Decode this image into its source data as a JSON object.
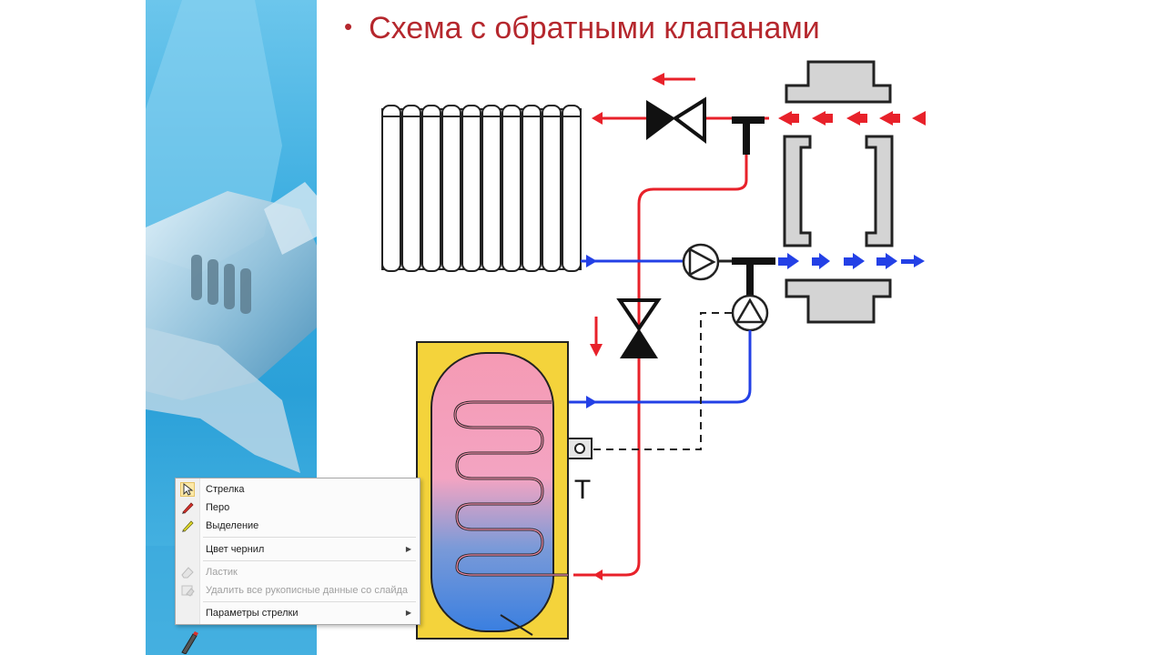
{
  "slide": {
    "title": "Схема с обратными клапанами",
    "label_T": "Т"
  },
  "context_menu": {
    "items": [
      {
        "label": "Стрелка",
        "icon": "arrow-cursor-icon",
        "enabled": true
      },
      {
        "label": "Перо",
        "icon": "pen-icon",
        "enabled": true
      },
      {
        "label": "Выделение",
        "icon": "highlighter-icon",
        "enabled": true
      },
      {
        "label": "Цвет чернил",
        "icon": "",
        "enabled": true,
        "submenu": true
      },
      {
        "label": "Ластик",
        "icon": "eraser-icon",
        "enabled": false
      },
      {
        "label": "Удалить все рукописные данные со слайда",
        "icon": "erase-all-icon",
        "enabled": false
      },
      {
        "label": "Параметры стрелки",
        "icon": "",
        "enabled": true,
        "submenu": true
      }
    ]
  },
  "colors": {
    "hot": "#e8212a",
    "cold": "#2340e6",
    "title": "#b5272d",
    "tank_outer": "#f4d33b",
    "tank_top": "#f59ab4",
    "tank_bottom": "#3a7fe0"
  }
}
